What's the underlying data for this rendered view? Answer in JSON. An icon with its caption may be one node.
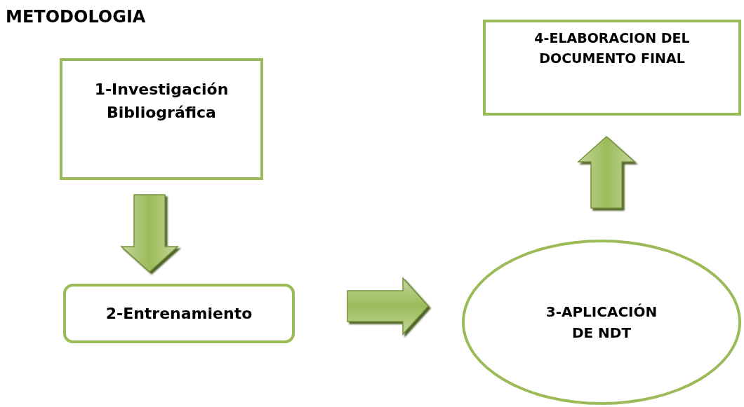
{
  "diagram": {
    "title": "METODOLOGIA",
    "nodes": [
      {
        "text": [
          "1-Investigación Bibliográfica"
        ]
      },
      {
        "text": [
          "2-Entrenamiento"
        ]
      },
      {
        "text": [
          "3-APLICACIÓN DE NDT"
        ]
      },
      {
        "text": [
          "4-ELABORACION DEL DOCUMENTO FINAL"
        ]
      }
    ],
    "edges": [
      {
        "from": 0,
        "to": 1,
        "arrow": "to",
        "style": "thick"
      },
      {
        "from": 1,
        "to": 2,
        "arrow": "to",
        "style": "thick"
      },
      {
        "from": 2,
        "to": 3,
        "arrow": "to",
        "style": "thick"
      }
    ]
  }
}
